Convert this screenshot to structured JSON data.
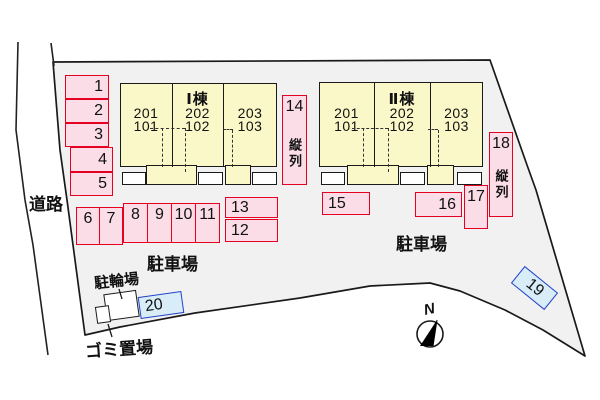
{
  "labels": {
    "road": "道路",
    "parking_left": "駐車場",
    "parking_right": "駐車場",
    "bicycle": "駐輪場",
    "garbage": "ゴミ置場",
    "compass_north": "N",
    "tandem": "縦列"
  },
  "buildings": [
    {
      "name": "Ⅰ棟",
      "units": [
        {
          "upper": "201",
          "lower": "101"
        },
        {
          "upper": "202",
          "lower": "102"
        },
        {
          "upper": "203",
          "lower": "103"
        }
      ]
    },
    {
      "name": "Ⅱ棟",
      "units": [
        {
          "upper": "201",
          "lower": "101"
        },
        {
          "upper": "202",
          "lower": "102"
        },
        {
          "upper": "203",
          "lower": "103"
        }
      ]
    }
  ],
  "spaces": {
    "n1": "1",
    "n2": "2",
    "n3": "3",
    "n4": "4",
    "n5": "5",
    "n6": "6",
    "n7": "7",
    "n8": "8",
    "n9": "9",
    "n10": "10",
    "n11": "11",
    "n12": "12",
    "n13": "13",
    "n14": "14",
    "n15": "15",
    "n16": "16",
    "n17": "17",
    "n18": "18",
    "n19": "19",
    "n20": "20"
  },
  "colors": {
    "site_fill": "#f1f1f1",
    "building_fill": "#faf8c8",
    "stall_fill_pink": "#fbdde8",
    "stall_border_red": "#e60021",
    "stall_fill_blue": "#d9edf8",
    "stall_border_blue": "#2343c8",
    "outline": "#1a1a1a"
  }
}
